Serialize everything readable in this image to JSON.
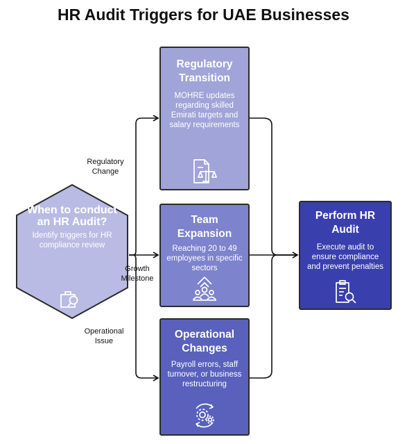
{
  "title": "HR Audit Triggers for UAE Businesses",
  "start": {
    "title": "When to conduct an HR Audit?",
    "description": "Identify triggers for HR compliance review",
    "icon": "briefcase-search-icon"
  },
  "triggers": [
    {
      "title": "Regulatory Transition",
      "description": "MOHRE updates regarding skilled Emirati targets and salary requirements",
      "edge_label": "Regulatory Change",
      "icon": "document-scale-icon"
    },
    {
      "title": "Team Expansion",
      "description": "Reaching 20 to 49 employees in specific sectors",
      "edge_label": "Growth Milestone",
      "icon": "people-growth-icon"
    },
    {
      "title": "Operational Changes",
      "description": "Payroll errors, staff turnover, or business restructuring",
      "edge_label": "Operational Issue",
      "icon": "gear-cycle-icon"
    }
  ],
  "result": {
    "title": "Perform HR Audit",
    "description": "Execute audit to ensure compliance and prevent penalties",
    "icon": "clipboard-search-icon"
  },
  "colors": {
    "start": "#b9bbe4",
    "trigger_1": "#a0a4d8",
    "trigger_2": "#7d83cc",
    "trigger_3": "#5961bd",
    "result": "#3a3fae",
    "lines": "#111111"
  }
}
